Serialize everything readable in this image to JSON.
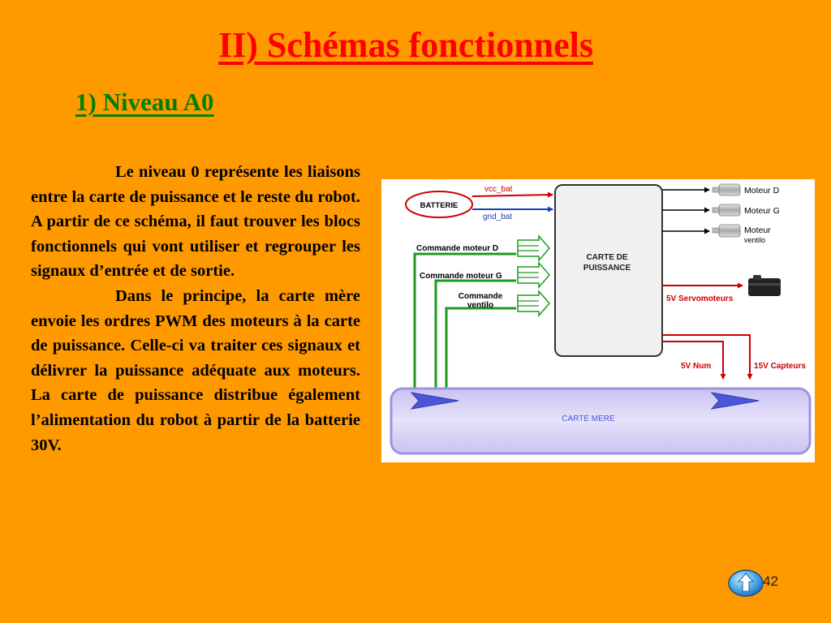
{
  "slide": {
    "title": "II) Schémas fonctionnels",
    "subtitle": "1) Niveau A0",
    "paragraphs": [
      "Le niveau 0 représente les liaisons entre la carte de puissance et le reste du robot. A partir de ce schéma, il faut trouver les blocs fonctionnels qui vont utiliser et regrouper les signaux d’entrée et de sortie.",
      "Dans le principe, la carte mère envoie les ordres PWM des moteurs à la carte de puissance. Celle-ci va traiter ces signaux et délivrer la puissance adéquate aux moteurs. La carte de puissance distribue également l’alimentation du robot à partir de la batterie 30V."
    ],
    "page_number": "42"
  },
  "diagram": {
    "battery": "BATTERIE",
    "vcc": "vcc_bat",
    "gnd": "gnd_bat",
    "power_board": [
      "CARTE DE",
      "PUISSANCE"
    ],
    "cmd_d": "Commande moteur D",
    "cmd_g": "Commande moteur G",
    "cmd_fan": [
      "Commande",
      "ventilo"
    ],
    "motor_d": "Moteur D",
    "motor_g": "Moteur G",
    "motor_fan": [
      "Moteur",
      "ventilo"
    ],
    "servo": "5V Servomoteurs",
    "num": "5V Num",
    "sensors": "15V Capteurs",
    "mother_board": "CARTE MERE"
  },
  "colors": {
    "background": "#FF9900",
    "title": "#FF0000",
    "subtitle": "#008000",
    "vcc_line": "#CC0000",
    "gnd_line": "#1A3FB0",
    "command_line": "#1E9A1E",
    "power_line": "#CC0000",
    "board_fill": "#F0F0F0",
    "mother_board_fill": "#DCD7F7",
    "mother_board_border": "#9C95DD"
  },
  "icons": {
    "motor": "dc-motor-icon",
    "servo": "servo-motor-icon",
    "home": "home-up-arrow-icon"
  }
}
